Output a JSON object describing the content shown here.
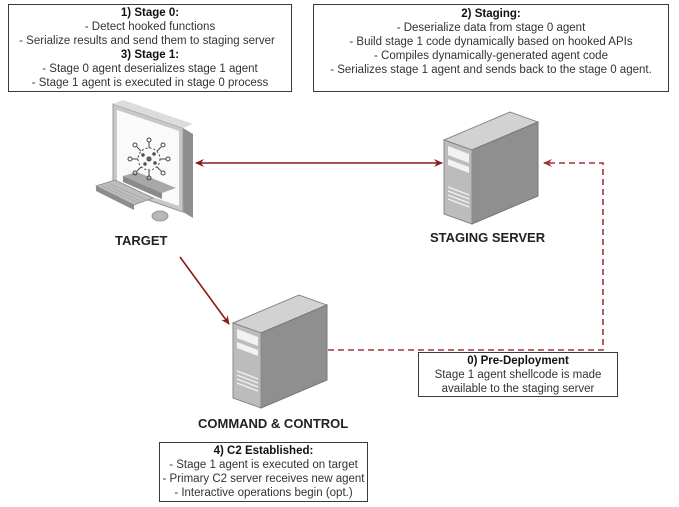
{
  "colors": {
    "arrow": "#8b1a1a",
    "dashed": "#a0333a",
    "box_border": "#3a3a3a",
    "device_gray": "#9a9a9a"
  },
  "nodes": {
    "target": {
      "label": "TARGET",
      "icon": "workstation-virus-icon"
    },
    "staging_server": {
      "label": "STAGING SERVER",
      "icon": "server-tower-icon"
    },
    "c2_server": {
      "label": "COMMAND & CONTROL",
      "icon": "server-tower-icon"
    }
  },
  "notes": {
    "stage0": {
      "title": "1) Stage 0:",
      "lines": [
        "- Detect hooked functions",
        "- Serialize results and send them to staging server"
      ],
      "title2": "3) Stage 1:",
      "lines2": [
        "- Stage 0 agent deserializes stage 1 agent",
        "- Stage 1 agent is executed in stage 0 process"
      ]
    },
    "staging": {
      "title": "2) Staging:",
      "lines": [
        "- Deserialize data from stage 0 agent",
        "- Build stage 1 code dynamically based on hooked APIs",
        "- Compiles dynamically-generated agent code",
        "- Serializes stage 1 agent and sends back to the stage 0 agent."
      ]
    },
    "predeploy": {
      "title": "0) Pre-Deployment",
      "lines": [
        "Stage 1 agent shellcode is made",
        "available to the staging server"
      ]
    },
    "c2": {
      "title": "4) C2 Established:",
      "lines": [
        "- Stage 1 agent is executed on target",
        "- Primary C2 server receives new agent",
        "- Interactive operations begin (opt.)"
      ]
    }
  },
  "edges": [
    {
      "from": "target",
      "to": "staging_server",
      "style": "solid",
      "direction": "bidirectional"
    },
    {
      "from": "target",
      "to": "c2_server",
      "style": "solid",
      "direction": "forward"
    },
    {
      "from": "c2_server",
      "to": "staging_server",
      "style": "dashed",
      "direction": "forward"
    }
  ]
}
